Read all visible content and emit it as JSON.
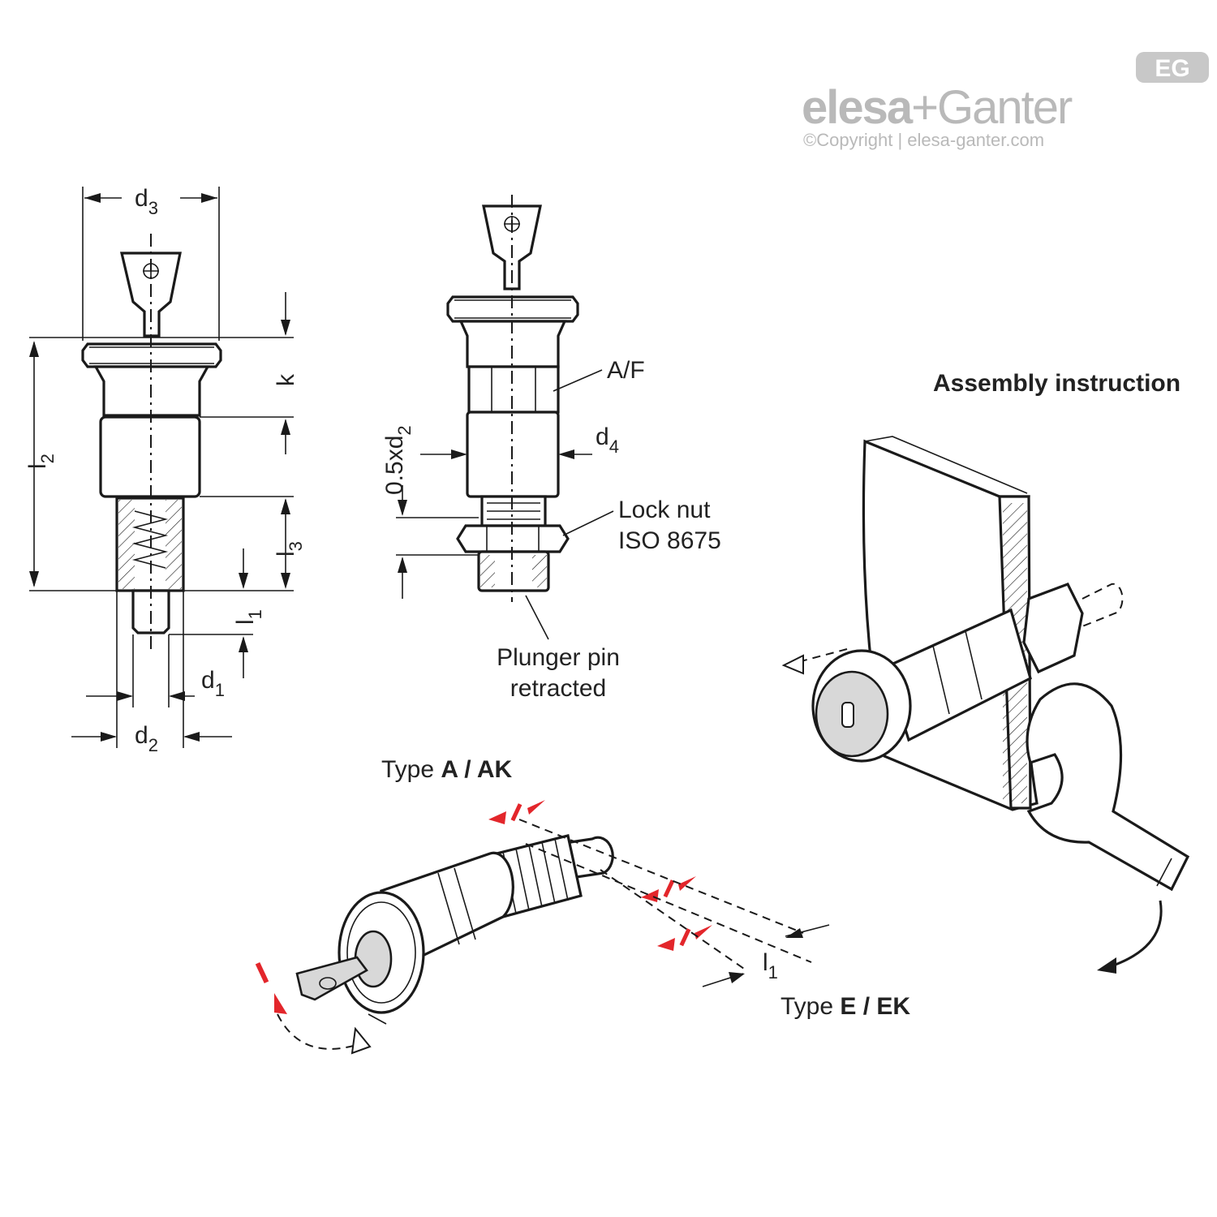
{
  "brand": {
    "name_left": "elesa",
    "plus": "+",
    "name_right": "Ganter",
    "copyright": "©Copyright | elesa-ganter.com",
    "badge": "EG"
  },
  "dimensions": {
    "d3": {
      "main": "d",
      "sub": "3"
    },
    "k": {
      "main": "k",
      "sub": ""
    },
    "l2": {
      "main": "l",
      "sub": "2"
    },
    "l3": {
      "main": "l",
      "sub": "3"
    },
    "l1": {
      "main": "l",
      "sub": "1"
    },
    "d1": {
      "main": "d",
      "sub": "1"
    },
    "d2": {
      "main": "d",
      "sub": "2"
    },
    "d4": {
      "main": "d",
      "sub": "4"
    },
    "half_d2": {
      "main": "0.5xd",
      "sub": "2"
    },
    "l1_iso": {
      "main": "l",
      "sub": "1"
    }
  },
  "callouts": {
    "af": "A/F",
    "lock_nut_1": "Lock nut",
    "lock_nut_2": "ISO 8675",
    "plunger_1": "Plunger pin",
    "plunger_2": "retracted"
  },
  "types": {
    "type_a_prefix": "Type ",
    "type_a_bold": "A / AK",
    "type_e_prefix": "Type ",
    "type_e_bold": "E / EK"
  },
  "assembly_title": "Assembly instruction",
  "colors": {
    "line": "#1a1a1a",
    "accent_red": "#e3262b",
    "brand_gray": "#b9b9b9",
    "fill_gray": "#d8d8d8"
  }
}
